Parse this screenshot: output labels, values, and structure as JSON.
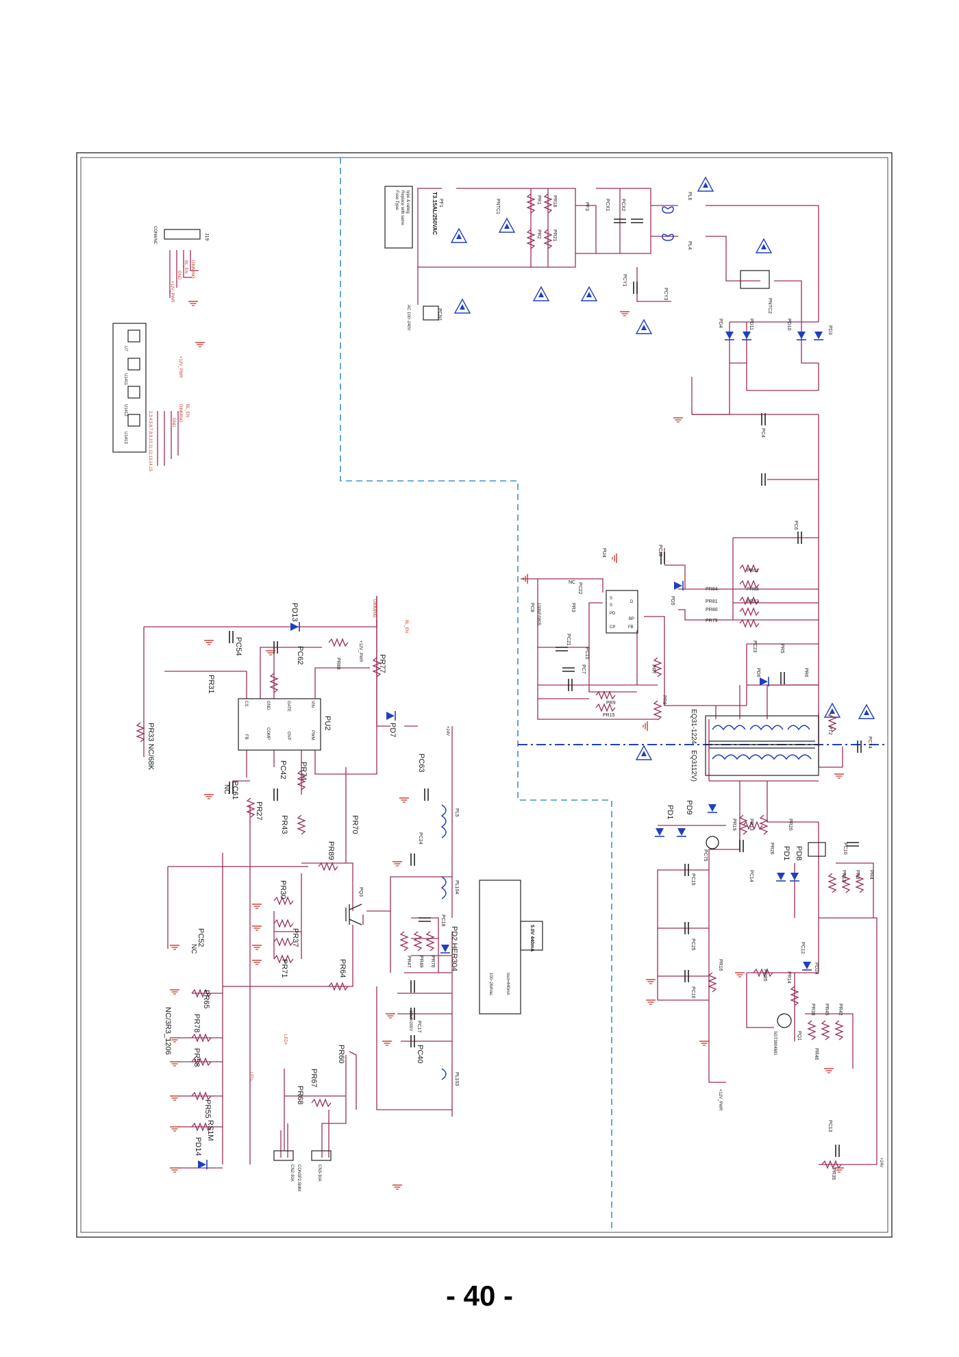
{
  "page": {
    "number": "- 40 -"
  },
  "colors": {
    "wire": "#9a2d5a",
    "frame": "#222222",
    "divider": "#3a8fd0",
    "isolation": "#1f3fbf",
    "net_label": "#c0392b"
  },
  "input_section": {
    "fuse": {
      "ref": "PF1",
      "value": "T3.15AL/250VAC"
    },
    "connector": {
      "ref": "PCN1",
      "rating": "AC 100~240V"
    },
    "ntc": "PNTC1",
    "x_caps": [
      "PCX1",
      "PCX2"
    ],
    "bleeders": [
      "PR1",
      "PR2",
      "PR18",
      "PR21"
    ],
    "common_mode_choke": [
      "PF3",
      "PL6"
    ],
    "y_caps": [
      "PCY1",
      "PCY3"
    ],
    "bridge": [
      "PD4",
      "PD10",
      "PD11",
      "PD3",
      "PNTC2",
      "PL4",
      "PC4"
    ],
    "fuse_note": [
      "Fuse Type:",
      "Replace with same",
      "type & rating"
    ]
  },
  "pfc_flyback": {
    "caps": [
      "PC6",
      "PC28",
      "PC22",
      "PC8",
      "PC15",
      "PC23",
      "PC7",
      "PC21"
    ],
    "controller": {
      "ref": "PU4",
      "pins": [
        "S",
        "S",
        "PD",
        "CP",
        "D",
        "BP",
        "FB"
      ]
    },
    "resistors": [
      "PR84",
      "PR83",
      "PR81",
      "PR80",
      "PR82",
      "PR79",
      "PR61",
      "PR9",
      "PR15",
      "PR6",
      "PR5",
      "PR7",
      "PR8",
      "PR3"
    ],
    "diodes": [
      "PD5",
      "PD6"
    ],
    "cap_value": "100NF/0805",
    "nc_mark": "NC"
  },
  "transformer": {
    "ref": "PT2",
    "part_a": "EQ31-1224",
    "part_b": "EQ3112V)"
  },
  "secondary": {
    "diodes": [
      "PD1",
      "PD9",
      "PD8",
      "PD1"
    ],
    "parts": [
      "PR13",
      "PR19",
      "PR20",
      "PR26",
      "PC75",
      "PC10",
      "PC14",
      "PC15",
      "PR12",
      "PR3",
      "PR4",
      "PC25",
      "PC16",
      "PR16",
      "PQ1",
      "PR85",
      "PR14",
      "PC12",
      "PD24",
      "PR38",
      "PR45",
      "PR42",
      "PR46",
      "PC13",
      "PR35",
      "PC74"
    ],
    "pq1_part": "SGT3904MG",
    "rails": [
      "+12V_PWR",
      "+24V"
    ]
  },
  "boost": {
    "ic": {
      "ref": "PU2",
      "pins_left": [
        "CS",
        "GND",
        "GATE",
        "VIN"
      ],
      "pins_right": [
        "FB",
        "COMP",
        "OVP",
        "PWM"
      ]
    },
    "refs": [
      "PD13",
      "PC54",
      "PC62",
      "PR88",
      "PR77",
      "PD7",
      "PR31",
      "PR33 NC/68K",
      "PC61",
      "NC",
      "PR27",
      "PC42",
      "PR74",
      "PR43",
      "PR70",
      "PR89",
      "PR30",
      "PR37",
      "PR71",
      "PR64",
      "PC52",
      "NC",
      "PR65",
      "NC/3R3_1206",
      "PR78",
      "PR53",
      "PR55",
      "RS1M",
      "PD14"
    ],
    "nets": [
      "DIMMING",
      "BL_EN",
      "+12V_PWR"
    ]
  },
  "led_output": {
    "refs": [
      "PC63",
      "PL5",
      "PC24",
      "PL104",
      "PQ3",
      "PD2 HER304",
      "PC18",
      "PR47",
      "PR49",
      "PR76",
      "PC40",
      "PC17",
      "33UF/200V",
      "PL103",
      "PR60",
      "PR67",
      "PR68"
    ],
    "connectors": [
      "CN2-30A",
      "CN3-30A"
    ],
    "connector_pn": "CON3P2.5MM",
    "nets": [
      "+24V",
      "LED+",
      "LED-"
    ],
    "spec_table": {
      "rows": [
        "5.0V 440mA"
      ],
      "lines": [
        "100~264Vac",
        "Iout=440mA"
      ]
    }
  },
  "standby": {
    "connector": {
      "ref": "J19",
      "pins": [
        "+12V_PWR",
        "GND",
        "BL_EN",
        "DIMMING"
      ],
      "part": "CON6/NC"
    },
    "jumpers": {
      "refs": [
        "U7",
        "U1411",
        "U1412",
        "U1413"
      ]
    },
    "signals": [
      "BL_EN",
      "DIMMING",
      "GND",
      "+12V_PWR"
    ],
    "pin_list": "2,3,4,5,6,7,8,9,10,11,12,13,14,15"
  }
}
